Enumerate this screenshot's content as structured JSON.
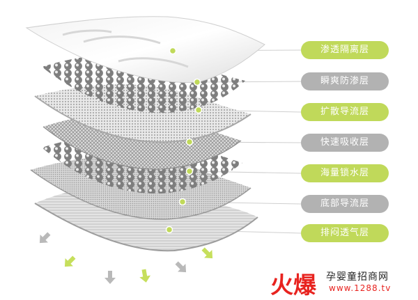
{
  "layers": [
    {
      "label": "渗透隔离层",
      "style": "green"
    },
    {
      "label": "瞬爽防渗层",
      "style": "gray"
    },
    {
      "label": "扩散导流层",
      "style": "green"
    },
    {
      "label": "快速吸收层",
      "style": "gray"
    },
    {
      "label": "海量锁水层",
      "style": "green"
    },
    {
      "label": "底部导流层",
      "style": "gray"
    },
    {
      "label": "排闷透气层",
      "style": "green"
    }
  ],
  "colors": {
    "green": "#c0d95a",
    "gray": "#b2b2b2",
    "line": "#cfcfcf",
    "brand_red": "#e8231f"
  },
  "watermark": {
    "mark": "火爆",
    "name": "孕婴童招商网",
    "url": "www.1288.tv"
  },
  "icons": [
    "arrow-icon",
    "dot-marker-icon"
  ]
}
